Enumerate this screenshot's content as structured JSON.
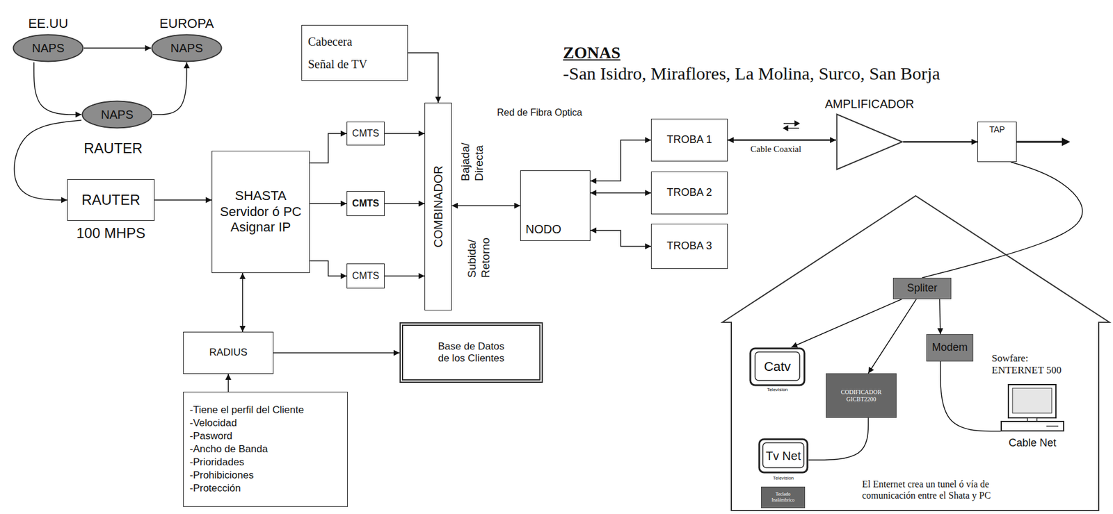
{
  "diagram": {
    "nodes": [
      {
        "text": [
          "EE.UU",
          "NAPS"
        ]
      },
      {
        "text": [
          "EUROPA",
          "NAPS"
        ]
      },
      {
        "text": [
          "NAPS"
        ]
      },
      {
        "text": [
          "RAUTER",
          "100 MHPS"
        ]
      },
      {
        "text": [
          "SHASTA Servidor ó PC Asignar IP"
        ]
      },
      {
        "text": [
          "Cabecera Señal de TV"
        ]
      },
      {
        "text": [
          "CMTS"
        ]
      },
      {
        "text": [
          "CMTS"
        ]
      },
      {
        "text": [
          "CMTS"
        ]
      },
      {
        "text": [
          "COMBINADOR"
        ]
      },
      {
        "text": [
          "RADIUS"
        ]
      },
      {
        "text": [
          "-Tiene el perfil del Cliente",
          "-Velocidad",
          "-Pasword",
          "-Ancho de Banda",
          "-Prioridades",
          "-Prohibiciones",
          "-Protección"
        ]
      },
      {
        "text": [
          "Base de Datos de los Clientes"
        ]
      },
      {
        "text": [
          "NODO"
        ]
      },
      {
        "text": [
          "TROBA 1"
        ]
      },
      {
        "text": [
          "TROBA 2"
        ]
      },
      {
        "text": [
          "TROBA 3"
        ]
      },
      {
        "text": [
          "AMPLIFICADOR"
        ]
      },
      {
        "text": [
          "TAP"
        ]
      },
      {
        "text": [
          "El Enternet crea un tunel ó vía de comunicación entre el Shata y PC"
        ]
      },
      {
        "text": [
          "Spliter"
        ],
        "in": 19
      },
      {
        "text": [
          "Catv",
          "Television"
        ],
        "in": 19
      },
      {
        "text": [
          "Modem"
        ],
        "in": 19
      },
      {
        "text": [
          "CODIFICADOR GICBT2200"
        ],
        "in": 19
      },
      {
        "text": [
          "Tv Net",
          "Television"
        ],
        "in": 19
      },
      {
        "text": [
          "Teclado Inalámbrico"
        ],
        "in": 19
      },
      {
        "text": [
          "Cable Net"
        ],
        "in": 19
      }
    ],
    "edges": [
      {
        "from": 0,
        "to": 1,
        "arrow": "to"
      },
      {
        "from": 0,
        "to": 2,
        "arrow": "to"
      },
      {
        "from": 2,
        "to": 1,
        "arrow": "to"
      },
      {
        "from": 2,
        "to": 3,
        "arrow": "to"
      },
      {
        "from": 3,
        "to": 4,
        "arrow": "to"
      },
      {
        "from": 4,
        "to": 6,
        "arrow": "to"
      },
      {
        "from": 4,
        "to": 7,
        "arrow": "to"
      },
      {
        "from": 4,
        "to": 8,
        "arrow": "to"
      },
      {
        "from": 6,
        "to": 9,
        "arrow": "to"
      },
      {
        "from": 7,
        "to": 9,
        "arrow": "to"
      },
      {
        "from": 8,
        "to": 9,
        "arrow": "to"
      },
      {
        "from": 5,
        "to": 9,
        "arrow": "to"
      },
      {
        "from": 9,
        "to": 13,
        "arrow": "both"
      },
      {
        "from": 13,
        "to": 14,
        "arrow": "both"
      },
      {
        "from": 13,
        "to": 15,
        "arrow": "both"
      },
      {
        "from": 13,
        "to": 16,
        "arrow": "both"
      },
      {
        "from": 14,
        "to": 17,
        "label": "Cable Coaxial",
        "arrow": "both"
      },
      {
        "from": 17,
        "to": 18,
        "arrow": "to"
      },
      {
        "from": 18,
        "to": 20,
        "arrow": "none"
      },
      {
        "from": 20,
        "to": 21,
        "arrow": "to"
      },
      {
        "from": 20,
        "to": 23,
        "arrow": "to"
      },
      {
        "from": 20,
        "to": 22,
        "arrow": "to"
      },
      {
        "from": 23,
        "to": 24,
        "arrow": "none"
      },
      {
        "from": 22,
        "to": 26,
        "arrow": "none"
      },
      {
        "from": 10,
        "to": 4,
        "arrow": "both"
      },
      {
        "from": 10,
        "to": 12,
        "arrow": "to"
      },
      {
        "from": 11,
        "to": 10,
        "arrow": "to"
      }
    ],
    "labels": [
      "RAUTER",
      "ZONAS",
      "-San Isidro, Miraflores, La Molina, Surco, San Borja",
      "Red de Fibra Optica",
      "Bajada/ Directa",
      "Subida/ Retorno",
      "Sowfare: ENTERNET 500"
    ]
  }
}
